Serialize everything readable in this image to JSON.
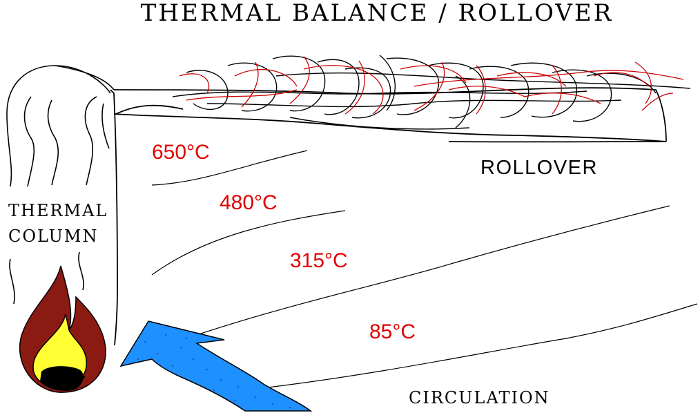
{
  "diagram": {
    "title": "THERMAL BALANCE / ROLLOVER",
    "labels": {
      "rollover": "ROLLOVER",
      "thermal_column_line1": "THERMAL",
      "thermal_column_line2": "COLUMN",
      "circulation": "CIRCULATION"
    },
    "temperatures": [
      "650°C",
      "480°C",
      "315°C",
      "85°C"
    ],
    "colors": {
      "temperature_text": "#e00000",
      "ink": "#000000",
      "rollover_red": "#cc0000",
      "flame_outer": "#8b1a12",
      "flame_inner": "#ffff33",
      "fuel": "#000000",
      "arrow_fill": "#1e90ff"
    },
    "icons": {
      "fire": "fire-icon",
      "arrow": "circulation-arrow-icon"
    }
  }
}
